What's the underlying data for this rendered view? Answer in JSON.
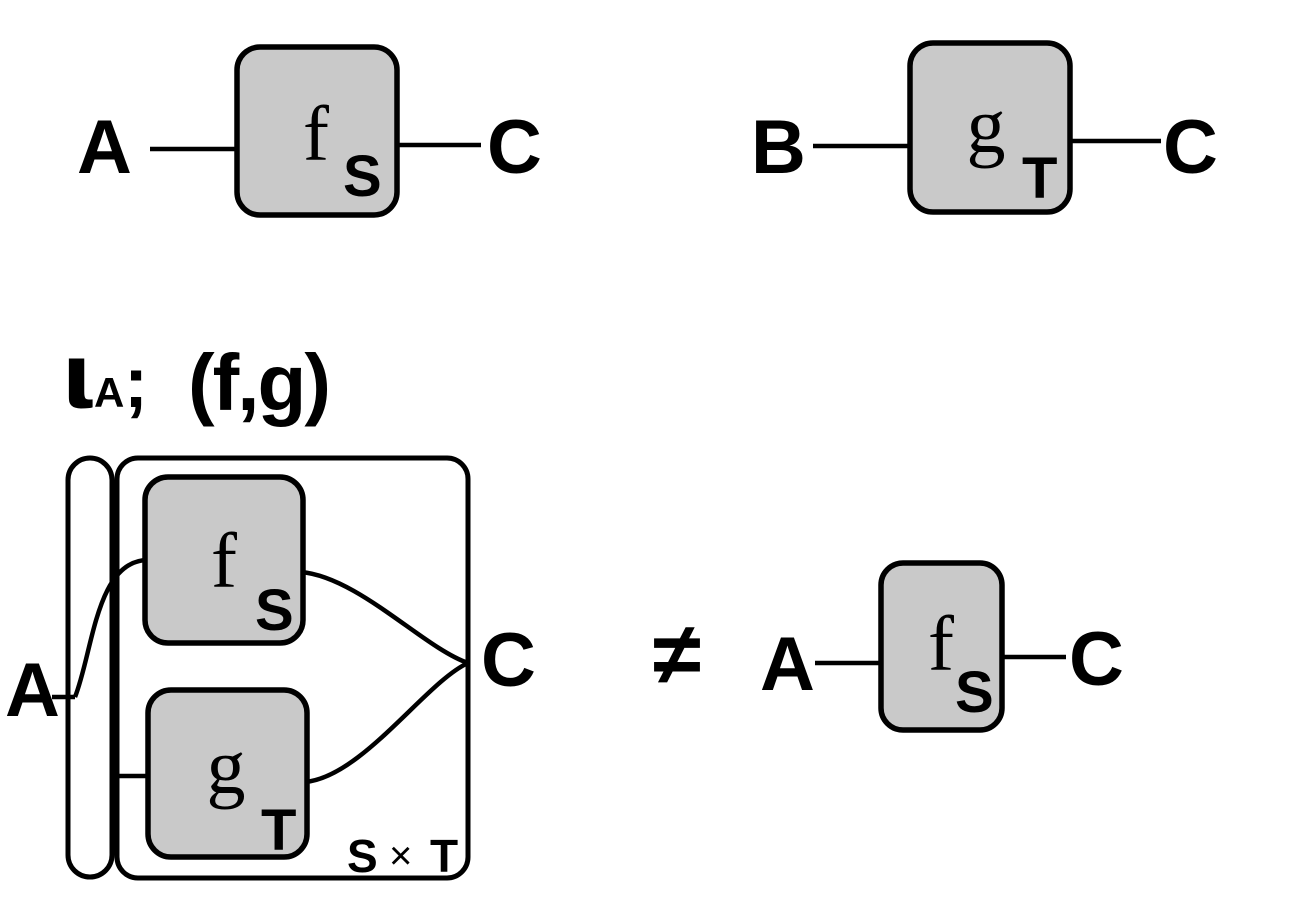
{
  "figure": {
    "background": "#ffffff",
    "box_fill": "#c9c9c9",
    "line_color": "#000000"
  },
  "generator_f": {
    "input": "A",
    "label": "f",
    "subscript": "S",
    "output": "C"
  },
  "generator_g": {
    "input": "B",
    "label": "g",
    "subscript": "T",
    "output": "C"
  },
  "composite": {
    "title": {
      "copy_map": "ι",
      "copy_map_subscript": "A",
      "separator": ";",
      "pairing": "(f,g)"
    },
    "input": "A",
    "f_box": {
      "label": "f",
      "subscript": "S"
    },
    "g_box": {
      "label": "g",
      "subscript": "T"
    },
    "output": "C",
    "region": {
      "left": "S",
      "operator": "×",
      "right": "T"
    }
  },
  "relation": {
    "symbol": "≠"
  },
  "rhs": {
    "input": "A",
    "label": "f",
    "subscript": "S",
    "output": "C"
  }
}
